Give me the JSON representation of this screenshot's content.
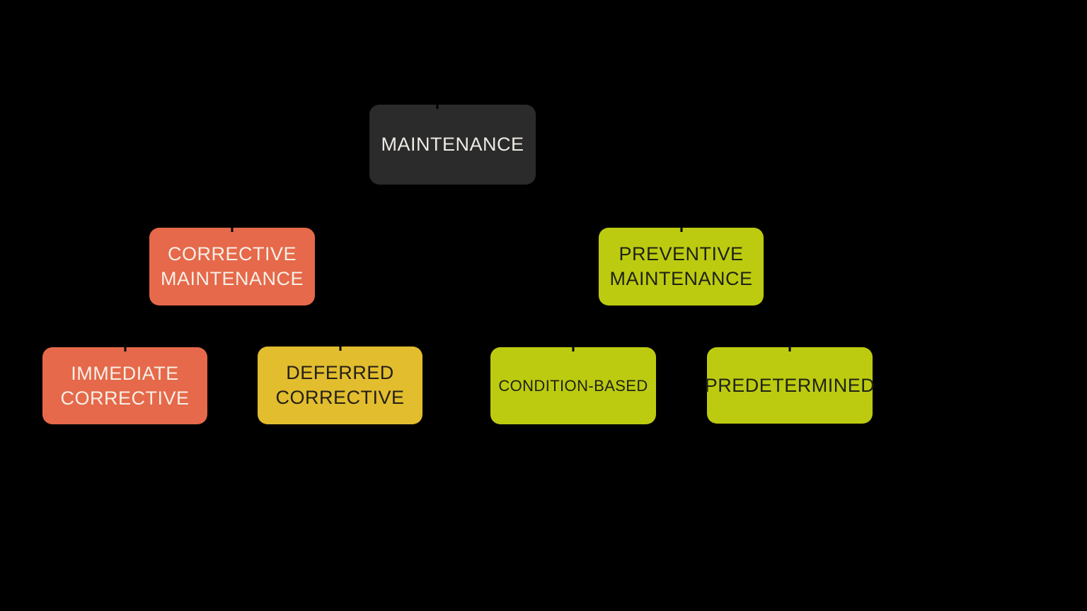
{
  "diagram": {
    "type": "hierarchy",
    "background_color": "#000000",
    "connector_color": "#000000",
    "nodes": {
      "root": {
        "label": "MAINTENANCE",
        "fill": "#2b2b2b",
        "text_color": "#edeae3",
        "children": [
          "corrective",
          "preventive"
        ]
      },
      "corrective": {
        "label": "CORRECTIVE\nMAINTENANCE",
        "fill": "#e5694a",
        "text_color": "#f6efe7",
        "children": [
          "immediate",
          "deferred"
        ]
      },
      "preventive": {
        "label": "PREVENTIVE\nMAINTENANCE",
        "fill": "#bccb10",
        "text_color": "#1f2215",
        "children": [
          "condition_based",
          "predetermined"
        ]
      },
      "immediate": {
        "label": "IMMEDIATE\nCORRECTIVE",
        "fill": "#e5694a",
        "text_color": "#f6efe7",
        "children": []
      },
      "deferred": {
        "label": "DEFERRED\nCORRECTIVE",
        "fill": "#e2bd2e",
        "text_color": "#242016",
        "children": []
      },
      "condition_based": {
        "label": "CONDITION-BASED",
        "fill": "#bccb10",
        "text_color": "#1f2215",
        "children": []
      },
      "predetermined": {
        "label": "PREDETERMINED",
        "fill": "#bccb10",
        "text_color": "#1f2215",
        "children": []
      }
    }
  }
}
